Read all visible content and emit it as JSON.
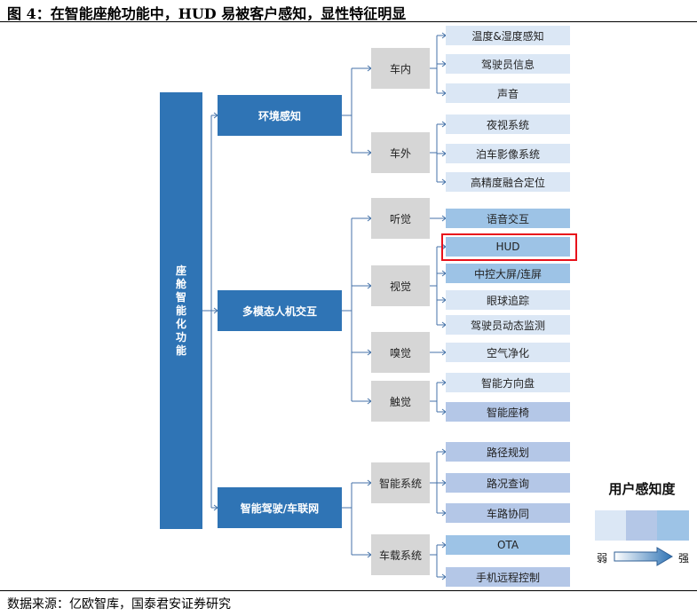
{
  "title": "图 4：在智能座舱功能中，HUD 易被客户感知，显性特征明显",
  "source": "数据来源：亿欧智库，国泰君安证券研究",
  "colors": {
    "primary_blue": "#2f74b5",
    "grey": "#d6d6d6",
    "level_1": "#dbe7f5",
    "level_2": "#b4c7e7",
    "level_3": "#9dc3e6",
    "highlight": "#e8121b"
  },
  "tree": {
    "root": "座舱智能化功能",
    "categories": [
      {
        "label": "环境感知",
        "groups": [
          {
            "label": "车内",
            "items": [
              {
                "label": "温度&湿度感知",
                "level": 1
              },
              {
                "label": "驾驶员信息",
                "level": 1
              },
              {
                "label": "声音",
                "level": 1
              }
            ]
          },
          {
            "label": "车外",
            "items": [
              {
                "label": "夜视系统",
                "level": 1
              },
              {
                "label": "泊车影像系统",
                "level": 1
              },
              {
                "label": "高精度融合定位",
                "level": 1
              }
            ]
          }
        ]
      },
      {
        "label": "多模态人机交互",
        "groups": [
          {
            "label": "听觉",
            "items": [
              {
                "label": "语音交互",
                "level": 3
              }
            ]
          },
          {
            "label": "视觉",
            "items": [
              {
                "label": "HUD",
                "level": 3,
                "highlighted": true
              },
              {
                "label": "中控大屏/连屏",
                "level": 3
              },
              {
                "label": "眼球追踪",
                "level": 1
              },
              {
                "label": "驾驶员动态监测",
                "level": 1
              }
            ]
          },
          {
            "label": "嗅觉",
            "items": [
              {
                "label": "空气净化",
                "level": 1
              }
            ]
          },
          {
            "label": "触觉",
            "items": [
              {
                "label": "智能方向盘",
                "level": 1
              },
              {
                "label": "智能座椅",
                "level": 2
              }
            ]
          }
        ]
      },
      {
        "label": "智能驾驶/车联网",
        "groups": [
          {
            "label": "智能系统",
            "items": [
              {
                "label": "路径规划",
                "level": 2
              },
              {
                "label": "路况查询",
                "level": 2
              },
              {
                "label": "车路协同",
                "level": 2
              }
            ]
          },
          {
            "label": "车载系统",
            "items": [
              {
                "label": "OTA",
                "level": 3
              },
              {
                "label": "手机远程控制",
                "level": 2
              }
            ]
          }
        ]
      }
    ]
  },
  "legend": {
    "title": "用户感知度",
    "weak": "弱",
    "strong": "强"
  }
}
